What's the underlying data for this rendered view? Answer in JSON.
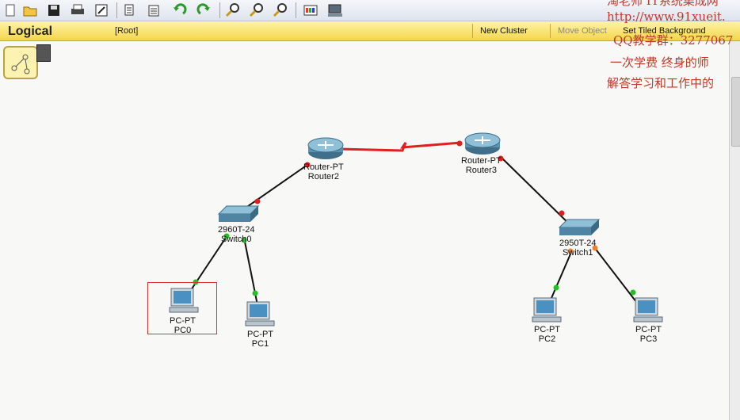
{
  "toolbar": {
    "icons": [
      "new-icon",
      "open-icon",
      "save-icon",
      "print-icon",
      "activity-wizard-icon",
      "copy-icon",
      "paste-icon",
      "undo-icon",
      "redo-icon",
      "zoom-in-icon",
      "zoom-reset-icon",
      "zoom-out-icon",
      "palette-icon",
      "custom-device-icon"
    ]
  },
  "logical_bar": {
    "title": "Logical",
    "root": "[Root]",
    "new_cluster": "New Cluster",
    "move_object": "Move Object",
    "set_tiled_background": "Set Tiled Background"
  },
  "watermark": {
    "line1": "淘老师 IT系统集成网",
    "line2": "http://www.91xueit.",
    "line3": "QQ教学群：3277067",
    "line4": "一次学费   终身的师",
    "line5": "解答学习和工作中的"
  },
  "devices": {
    "router2": {
      "model": "Router-PT",
      "name": "Router2"
    },
    "router3": {
      "model": "Router-PT",
      "name": "Router3"
    },
    "switch0": {
      "model": "2960T-24",
      "name": "Switch0"
    },
    "switch1": {
      "model": "2950T-24",
      "name": "Switch1"
    },
    "pc0": {
      "model": "PC-PT",
      "name": "PC0"
    },
    "pc1": {
      "model": "PC-PT",
      "name": "PC1"
    },
    "pc2": {
      "model": "PC-PT",
      "name": "PC2"
    },
    "pc3": {
      "model": "PC-PT",
      "name": "PC3"
    }
  },
  "colors": {
    "link_up": "#22c022",
    "link_down": "#e02020",
    "link_amber": "#f08030",
    "serial_link": "#e02020",
    "ethernet_link": "#111111"
  }
}
